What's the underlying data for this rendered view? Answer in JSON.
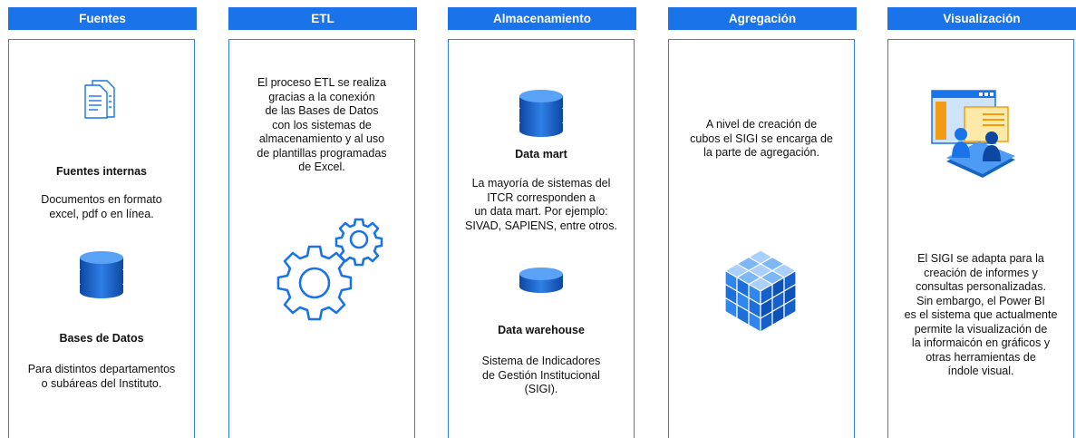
{
  "columns": [
    {
      "header": "Fuentes",
      "sections": [
        {
          "title": "Fuentes internas",
          "text": "Documentos en formato\nexcel, pdf o en línea."
        },
        {
          "title": "Bases de Datos",
          "text": "Para distintos departamentos\no subáreas del Instituto."
        }
      ],
      "icons": [
        "document-icon",
        "database-icon"
      ]
    },
    {
      "header": "ETL",
      "text": "El proceso ETL se realiza\ngracias a la conexión\nde las Bases de Datos\ncon los sistemas de\nalmacenamiento y al uso\nde plantillas programadas\nde Excel.",
      "icons": [
        "gears-icon"
      ]
    },
    {
      "header": "Almacenamiento",
      "sections": [
        {
          "title": "Data mart",
          "text": "La mayoría de sistemas del\nITCR corresponden a\nun data mart. Por ejemplo:\nSIVAD, SAPIENS, entre otros."
        },
        {
          "title": "Data warehouse",
          "text": "Sistema de Indicadores\nde Gestión Institucional\n(SIGI)."
        }
      ],
      "icons": [
        "database-icon",
        "disk-icon"
      ]
    },
    {
      "header": "Agregación",
      "text": "A nivel de creación de\ncubos el SIGI se encarga de\nla parte de agregación.",
      "icons": [
        "cube-icon"
      ]
    },
    {
      "header": "Visualización",
      "text": "El SIGI se adapta para la\ncreación de informes y\nconsultas personalizadas.\nSin embargo, el Power BI\nes el sistema que actualmente\npermite la visualización de\nla informaicón en gráficos y\notras herramientas de\níndole visual.",
      "icons": [
        "dashboard-users-icon"
      ]
    }
  ],
  "colors": {
    "header_bg": "#1a73e8",
    "border": "#2d7ff0",
    "icon_blue": "#1a73e8"
  }
}
